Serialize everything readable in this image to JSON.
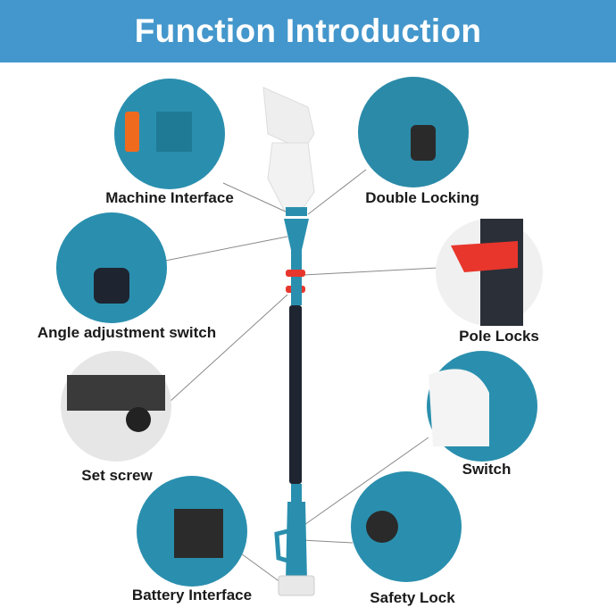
{
  "header": {
    "title": "Function Introduction"
  },
  "callouts": [
    {
      "label": "Machine Interface"
    },
    {
      "label": "Double Locking"
    },
    {
      "label": "Angle adjustment switch"
    },
    {
      "label": "Pole Locks"
    },
    {
      "label": "Set screw"
    },
    {
      "label": "Switch"
    },
    {
      "label": "Battery Interface"
    },
    {
      "label": "Safety Lock"
    }
  ],
  "colors": {
    "header": "#4497cc",
    "tool_blue": "#2a8fae",
    "lock_red": "#e8362c",
    "pole": "#1e2430"
  }
}
